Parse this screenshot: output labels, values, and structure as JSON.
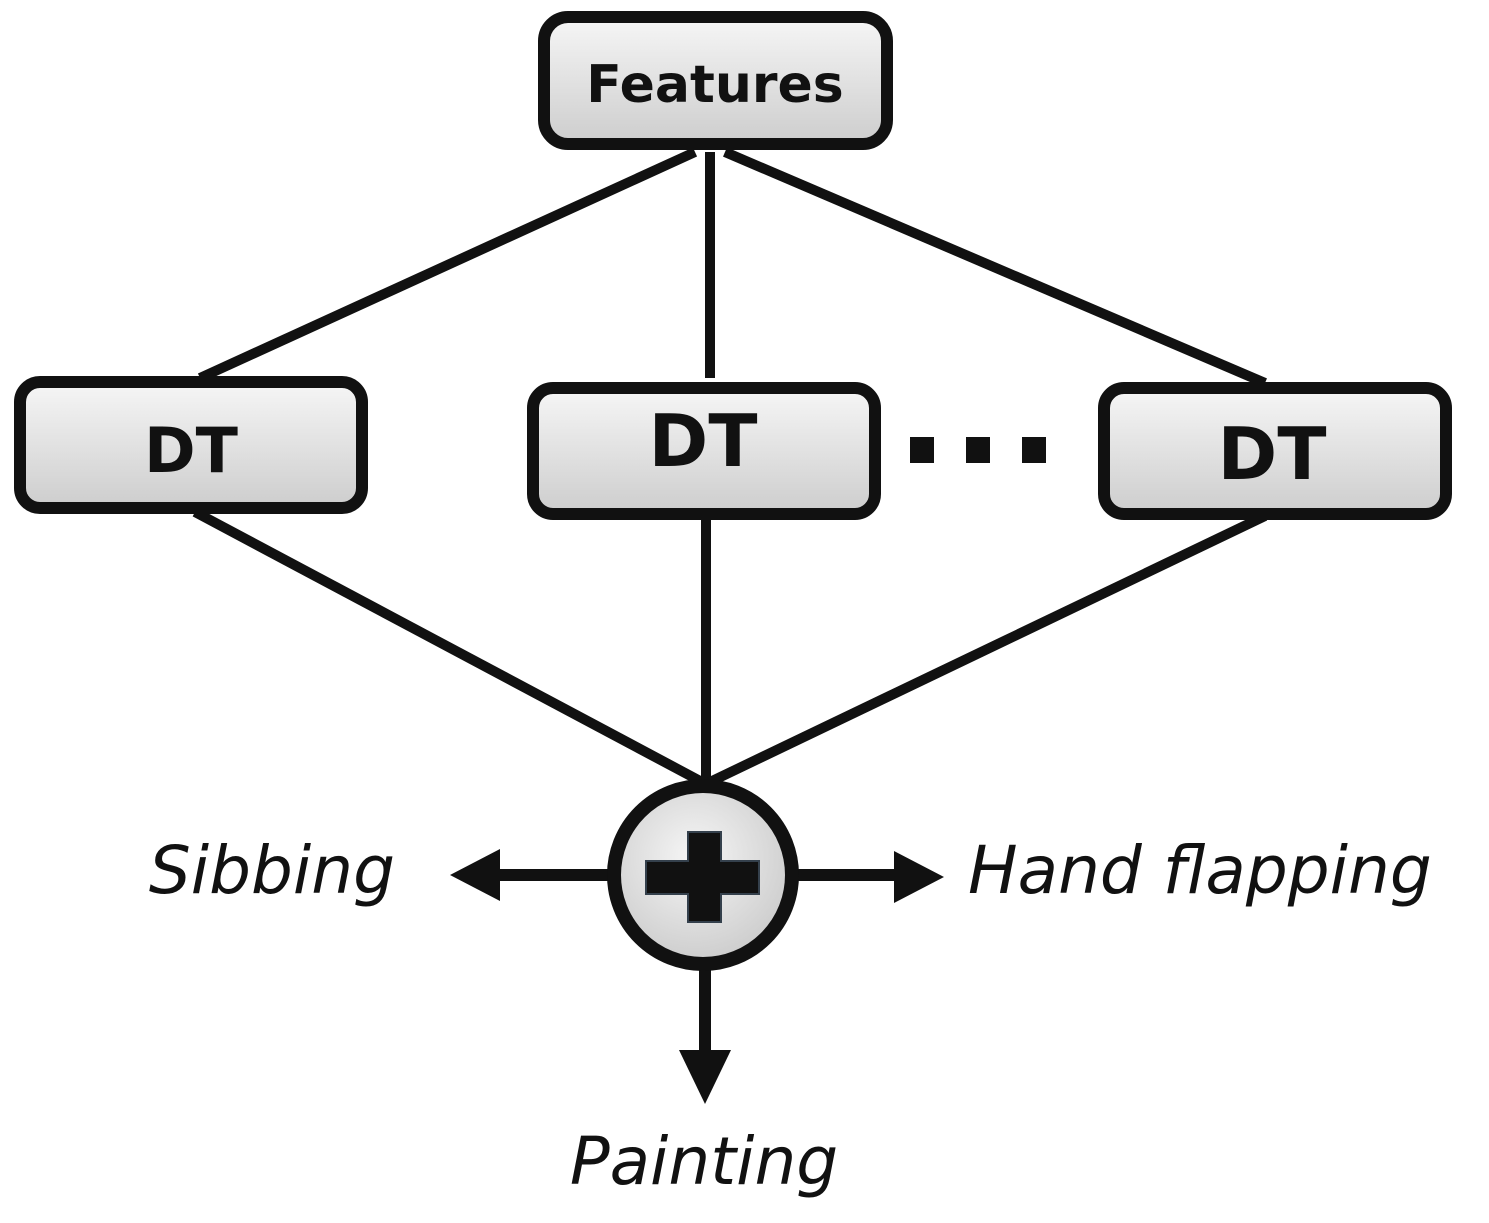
{
  "nodes": {
    "root": {
      "label": "Features"
    },
    "trees": [
      {
        "label": "DT"
      },
      {
        "label": "DT"
      },
      {
        "label": "DT"
      }
    ],
    "combiner": {
      "symbol": "plus-icon"
    }
  },
  "outputs": {
    "left": "Sibbing",
    "right": "Hand flapping",
    "bottom": "Painting"
  },
  "colors": {
    "stroke": "#111111",
    "box_fill_top": "#f4f4f4",
    "box_fill_bottom": "#cfcfcf",
    "background": "#ffffff"
  }
}
